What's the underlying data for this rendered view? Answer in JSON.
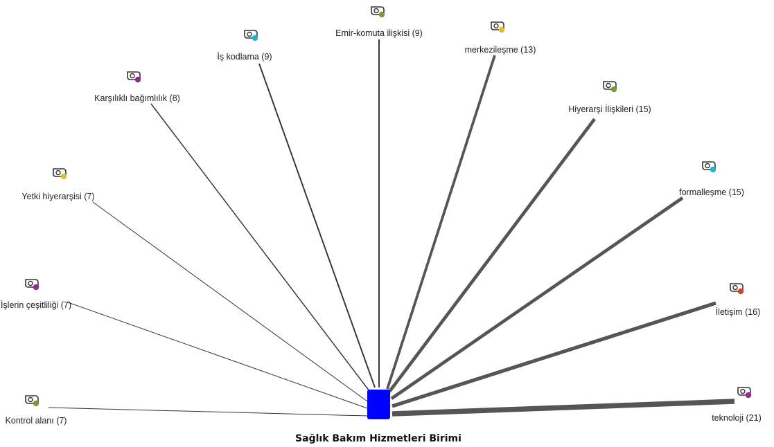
{
  "center": {
    "label": "Sağlık Bakım Hizmetleri Birimi",
    "color": "#0000ff"
  },
  "nodes": [
    {
      "id": "kontrol-alani",
      "label": "Kontrol alanı (7)",
      "weight": 7,
      "dot_color": "#7a9a3a"
    },
    {
      "id": "islerin-cesitliligi",
      "label": "İşlerin çeşitliliği (7)",
      "weight": 7,
      "dot_color": "#8e2f8e"
    },
    {
      "id": "yetki-hiyerarsisi",
      "label": "Yetki hiyerarşisi (7)",
      "weight": 7,
      "dot_color": "#e0c12a"
    },
    {
      "id": "karsilikli-bagimlilik",
      "label": "Karşılıklı bağımlılık (8)",
      "weight": 8,
      "dot_color": "#8e2f8e"
    },
    {
      "id": "is-kodlama",
      "label": "İş kodlama (9)",
      "weight": 9,
      "dot_color": "#22b5c8"
    },
    {
      "id": "emir-komuta",
      "label": "Emir-komuta ilişkisi (9)",
      "weight": 9,
      "dot_color": "#7a9a3a"
    },
    {
      "id": "merkezilesme",
      "label": "merkezileşme (13)",
      "weight": 13,
      "dot_color": "#e0c12a"
    },
    {
      "id": "hiyerarsi-iliskileri",
      "label": "Hiyerarşi İlişkileri (15)",
      "weight": 15,
      "dot_color": "#7a9a3a"
    },
    {
      "id": "formallesme",
      "label": "formalleşme (15)",
      "weight": 15,
      "dot_color": "#22b5c8"
    },
    {
      "id": "iletisim",
      "label": "İletişim (16)",
      "weight": 16,
      "dot_color": "#d0452a"
    },
    {
      "id": "teknoloji",
      "label": "teknoloji (21)",
      "weight": 21,
      "dot_color": "#8e2f8e"
    }
  ]
}
